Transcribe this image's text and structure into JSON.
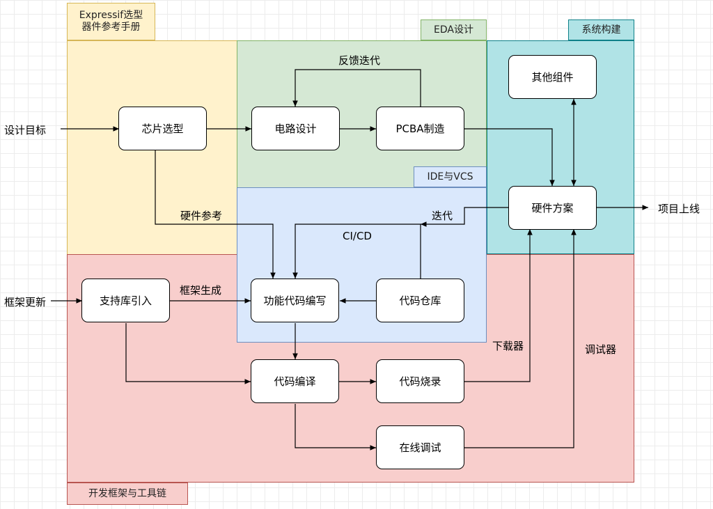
{
  "regions": {
    "expressif": {
      "label": "Expressif选型\n器件参考手册",
      "fill": "#fff2cc",
      "stroke": "#d6b656"
    },
    "eda": {
      "label": "EDA设计",
      "fill": "#d5e8d4",
      "stroke": "#82b366"
    },
    "system": {
      "label": "系统构建",
      "fill": "#b0e3e6",
      "stroke": "#0e8088"
    },
    "ide": {
      "label": "IDE与VCS",
      "fill": "#dae8fc",
      "stroke": "#6c8ebf"
    },
    "framework": {
      "label": "开发框架与工具链",
      "fill": "#f8cecc",
      "stroke": "#b85450"
    }
  },
  "nodes": {
    "chip": "芯片选型",
    "circuit": "电路设计",
    "pcba": "PCBA制造",
    "other": "其他组件",
    "hardware": "硬件方案",
    "support": "支持库引入",
    "func": "功能代码编写",
    "repo": "代码仓库",
    "compile": "代码编译",
    "burn": "代码烧录",
    "debug": "在线调试"
  },
  "labels": {
    "design_goal": "设计目标",
    "framework_update": "框架更新",
    "project_online": "项目上线",
    "feedback": "反馈迭代",
    "hw_ref": "硬件参考",
    "iterate": "迭代",
    "cicd": "CI/CD",
    "fw_gen": "框架生成",
    "downloader": "下载器",
    "debugger": "调试器"
  }
}
